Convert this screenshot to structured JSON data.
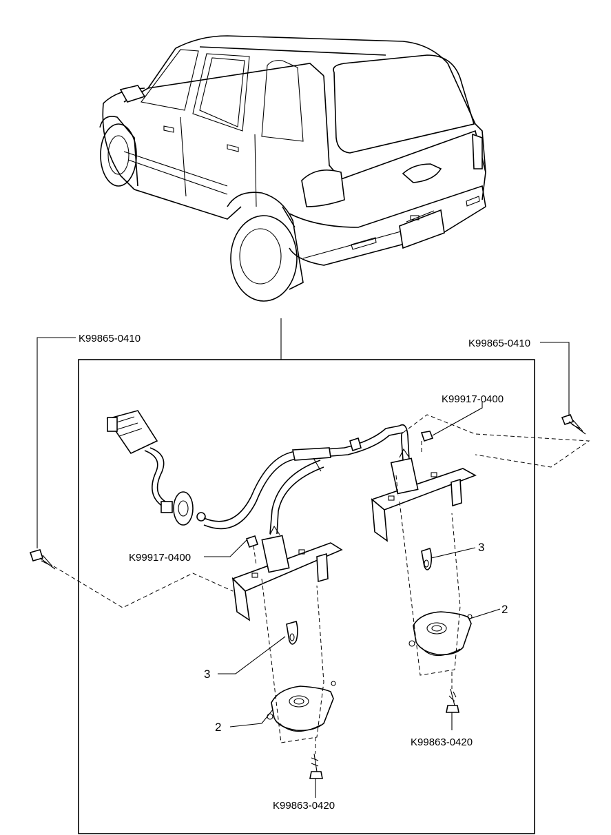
{
  "labels": {
    "screw_top_left": "K99865-0410",
    "screw_top_right": "K99865-0410",
    "nut_right": "K99917-0400",
    "nut_left": "K99917-0400",
    "screw_bottom_right": "K99863-0420",
    "screw_bottom_left": "K99863-0420",
    "lens_right": "2",
    "lens_left": "2",
    "bulb_right": "3",
    "bulb_left": "3"
  }
}
